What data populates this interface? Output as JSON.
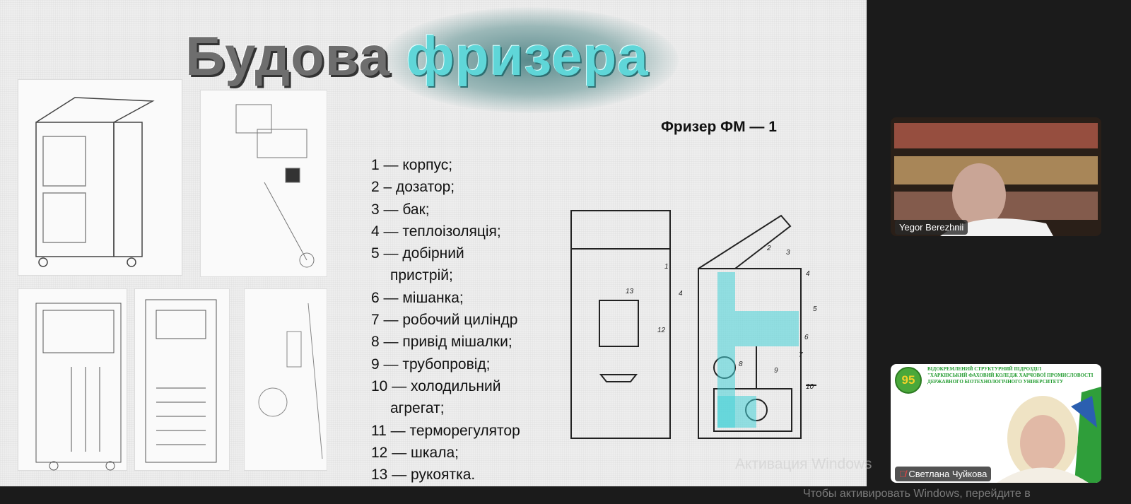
{
  "slide": {
    "title_part1": "Будова ",
    "title_part2": "фризера",
    "subtitle": "Фризер ФМ — 1",
    "items": [
      "1 — корпус;",
      "2 – дозатор;",
      "3 — бак;",
      "4 — теплоізоляція;",
      "5 — добірний",
      "пристрій;",
      "6 — мішанка;",
      "7 — робочий циліндр",
      "8 — привід мішалки;",
      "9 — трубопровід;",
      "10 — холодильний",
      "агрегат;",
      "11 — терморегулятор",
      "12 — шкала;",
      "13 — рукоятка."
    ],
    "diagram_labels": [
      "1",
      "2",
      "3",
      "4",
      "5",
      "6",
      "7",
      "8",
      "9",
      "10",
      "12",
      "13",
      "4"
    ]
  },
  "participants": [
    {
      "name": "Yegor Berezhnii"
    },
    {
      "name": "Светлана Чуйкова",
      "muted": true,
      "banner": [
        "ВІДОКРЕМЛЕНИЙ СТРУКТУРНИЙ ПІДРОЗДІЛ",
        "\"ХАРКІВСЬКИЙ ФАХОВИЙ КОЛЕДЖ ХАРЧОВОЇ ПРОМИСЛОВОСТІ",
        "ДЕРЖАВНОГО БІОТЕХНОЛОГІЧНОГО УНІВЕРСИТЕТУ"
      ],
      "logo": "95"
    }
  ],
  "watermark": {
    "line1": "Активация Windows",
    "line2": "Чтобы активировать Windows, перейдите в"
  },
  "colors": {
    "accent": "#5fd6d8",
    "background": "#1b1b1b"
  }
}
